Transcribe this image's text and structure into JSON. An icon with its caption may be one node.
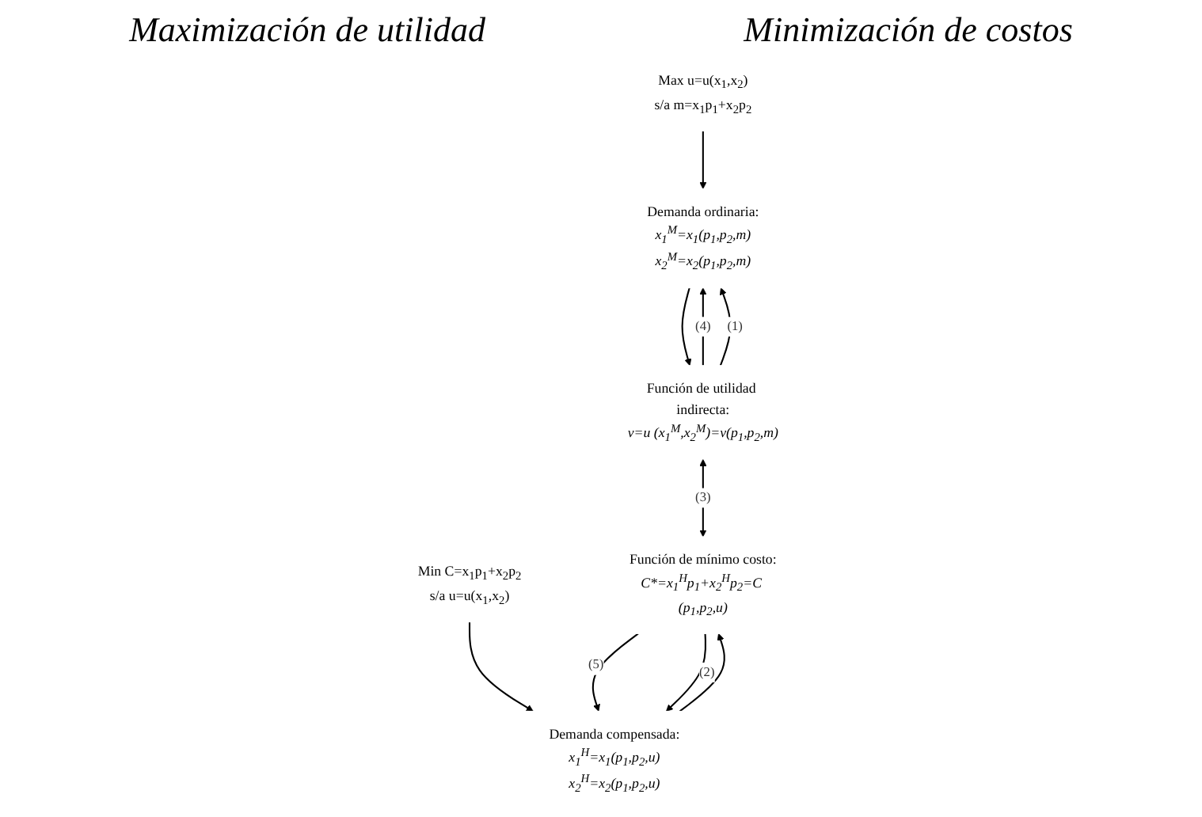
{
  "diagram": {
    "nodes": [
      {
        "text": [
          "Max u=u(x$_{1}$,x$_{2}$)",
          "s/a m=x$_{1}$p$_{1}$+x$_{2}$p$_{2}$"
        ]
      },
      {
        "text": [
          "Min C=x$_{1}$p$_{1}$+x$_{2}$p$_{2}$",
          "s/a u=u(x$_{1}$,x$_{2}$)"
        ]
      },
      {
        "text": [
          "Demanda ordinaria:",
          "x$_{1}$$^{M}$=x$_{1}$(p$_{1}$,p$_{2}$,m)",
          "x$_{2}$$^{M}$=x$_{2}$(p$_{1}$,p$_{2}$,m)"
        ]
      },
      {
        "text": [
          "Demanda compensada:",
          "x$_{1}$$^{H}$=x$_{1}$(p$_{1}$,p$_{2}$,u)",
          "x$_{2}$$^{H}$=x$_{2}$(p$_{1}$,p$_{2}$,u)"
        ]
      },
      {
        "text": [
          "Función de utilidad indirecta:",
          "v=u (x$_{1}$$^{M}$,x$_{2}$$^{M}$)=v(p$_{1}$,p$_{2}$,m)"
        ]
      },
      {
        "text": [
          "Función de mínimo costo:",
          "C*=x$_{1}$$^{H}$p$_{1}$+x$_{2}$$^{H}$p$_{2}$=C (p$_{1}$,p$_{2}$,u)"
        ]
      }
    ],
    "edges": [
      {
        "from": 0,
        "to": 2,
        "arrow": "to"
      },
      {
        "from": 1,
        "to": 3,
        "arrow": "to"
      },
      {
        "from": 4,
        "to": 2,
        "arrow": "to",
        "label": "(4)"
      },
      {
        "from": 5,
        "to": 3,
        "arrow": "to",
        "label": "(5)"
      },
      {
        "from": 2,
        "to": 4,
        "arrow": "to"
      },
      {
        "from": 4,
        "to": 2,
        "arrow": "to",
        "label": "(1)"
      },
      {
        "from": 5,
        "to": 3,
        "arrow": "to",
        "label": "(2)"
      },
      {
        "from": 3,
        "to": 5,
        "arrow": "to"
      },
      {
        "from": 4,
        "to": 5,
        "arrow": "both",
        "label": "(3)"
      }
    ],
    "labels": [
      "Maximización de utilidad",
      "Minimización de costos"
    ]
  }
}
